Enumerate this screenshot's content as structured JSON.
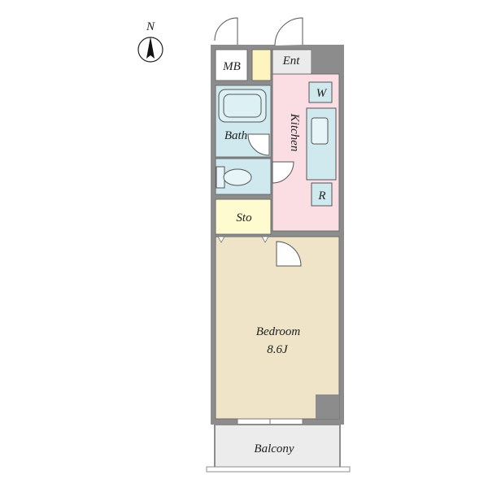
{
  "compass": {
    "label": "N"
  },
  "rooms": {
    "mb": "MB",
    "ent": "Ent",
    "bath": "Bath",
    "kitchen": "Kitchen",
    "w": "W",
    "r": "R",
    "sto": "Sto",
    "bedroom": "Bedroom",
    "bedroom_size": "8.6J",
    "balcony": "Balcony"
  },
  "colors": {
    "wall": "#8c8c8c",
    "bath": "#cfe9ef",
    "kitchen": "#fadee3",
    "storage": "#fdfbcf",
    "bedroom": "#efe4c7",
    "entrance": "#ebebeb",
    "balcony": "#ececec",
    "shoebox": "#fdf4bf"
  }
}
